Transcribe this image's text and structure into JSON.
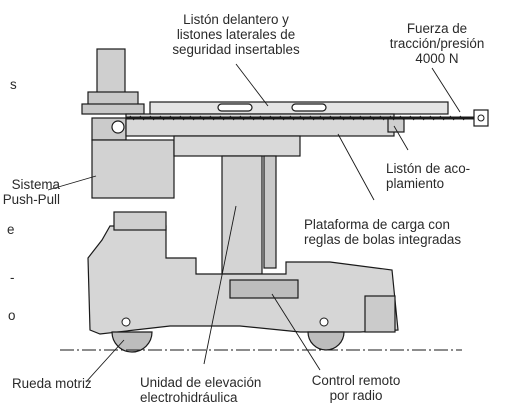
{
  "labels": {
    "front_bar": "Listón delantero y\nlistones laterales de\nseguridad insertables",
    "traction_force": "Fuerza de\ntracción/presión\n4000 N",
    "coupling_bar": "Listón de aco-\nplamiento",
    "push_pull": "Sistema\nPush-Pull",
    "platform": "Plataforma de carga con\nreglas de bolas integradas",
    "drive_wheel": "Rueda motriz",
    "lift_unit": "Unidad de elevación\nelectrohidráulica",
    "remote": "Control remoto\npor radio"
  },
  "edge_fragments": {
    "frag_s": "s",
    "frag_e": "e",
    "frag_dash": "-",
    "frag_o": "o"
  }
}
